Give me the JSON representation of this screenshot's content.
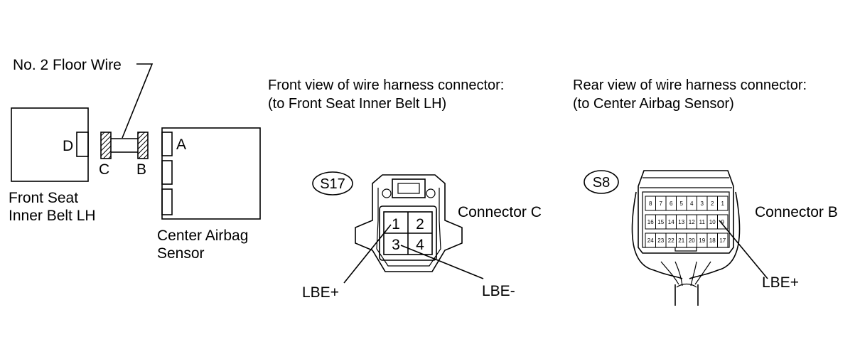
{
  "left_diagram": {
    "floor_wire_label": "No. 2 Floor Wire",
    "front_seat_line1": "Front Seat",
    "front_seat_line2": "Inner Belt LH",
    "center_airbag_line1": "Center Airbag",
    "center_airbag_line2": "Sensor",
    "label_d": "D",
    "label_c": "C",
    "label_b": "B",
    "label_a": "A"
  },
  "front_view": {
    "title_line1": "Front view of wire harness connector:",
    "title_line2": "(to Front Seat Inner Belt LH)",
    "badge": "S17",
    "connector_label": "Connector C",
    "pins": [
      "1",
      "2",
      "3",
      "4"
    ],
    "lbe_plus": "LBE+",
    "lbe_minus": "LBE-"
  },
  "rear_view": {
    "title_line1": "Rear view of wire harness connector:",
    "title_line2": "(to Center Airbag Sensor)",
    "badge": "S8",
    "connector_label": "Connector B",
    "pin_rows": [
      [
        "8",
        "7",
        "6",
        "5",
        "4",
        "3",
        "2",
        "1"
      ],
      [
        "16",
        "15",
        "14",
        "13",
        "12",
        "11",
        "10",
        "9"
      ],
      [
        "24",
        "23",
        "22",
        "21",
        "20",
        "19",
        "18",
        "17"
      ]
    ],
    "lbe_plus": "LBE+"
  }
}
